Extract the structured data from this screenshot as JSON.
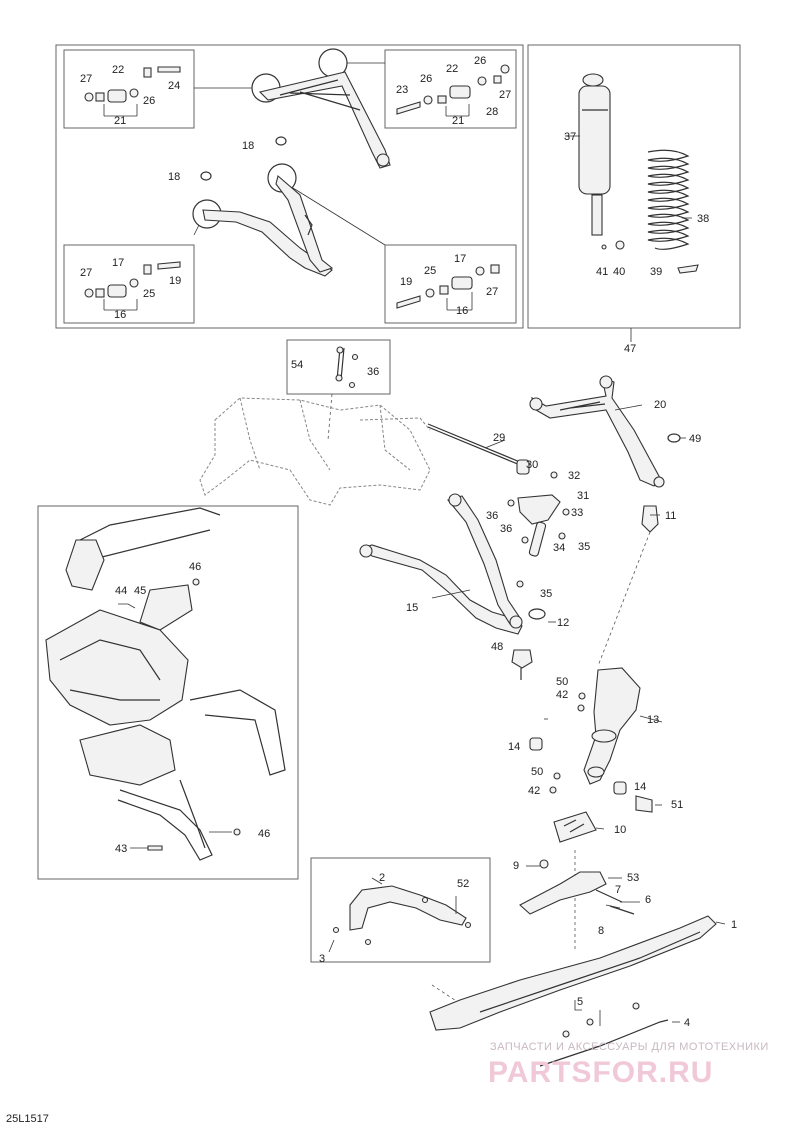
{
  "diagram_code": "25L1517",
  "watermark": {
    "tagline": "ЗАПЧАСТИ И АКСЕССУАРЫ ДЛЯ МОТОТЕХНИКИ",
    "brand": "PARTSFOR.RU"
  },
  "callouts": {
    "c1": "1",
    "c2": "2",
    "c3": "3",
    "c4": "4",
    "c5": "5",
    "c6": "6",
    "c7": "7",
    "c8": "8",
    "c9": "9",
    "c10": "10",
    "c11": "11",
    "c12": "12",
    "c13": "13",
    "c14a": "14",
    "c14b": "14",
    "c15": "15",
    "c16a": "16",
    "c16b": "16",
    "c17a": "17",
    "c17b": "17",
    "c18a": "18",
    "c18b": "18",
    "c19a": "19",
    "c19b": "19",
    "c20": "20",
    "c21a": "21",
    "c21b": "21",
    "c22a": "22",
    "c22b": "22",
    "c23": "23",
    "c24": "24",
    "c25a": "25",
    "c25b": "25",
    "c26a": "26",
    "c26b": "26",
    "c26c": "26",
    "c27a": "27",
    "c27b": "27",
    "c27c": "27",
    "c27d": "27",
    "c28": "28",
    "c29": "29",
    "c30": "30",
    "c31": "31",
    "c32": "32",
    "c33": "33",
    "c34": "34",
    "c35a": "35",
    "c35b": "35",
    "c36a": "36",
    "c36b": "36",
    "c36c": "36",
    "c37": "37",
    "c38": "38",
    "c39": "39",
    "c40": "40",
    "c41": "41",
    "c42a": "42",
    "c42b": "42",
    "c43": "43",
    "c44": "44",
    "c45": "45",
    "c46a": "46",
    "c46b": "46",
    "c47": "47",
    "c48": "48",
    "c49": "49",
    "c50a": "50",
    "c50b": "50",
    "c51": "51",
    "c52": "52",
    "c53": "53",
    "c54": "54"
  }
}
